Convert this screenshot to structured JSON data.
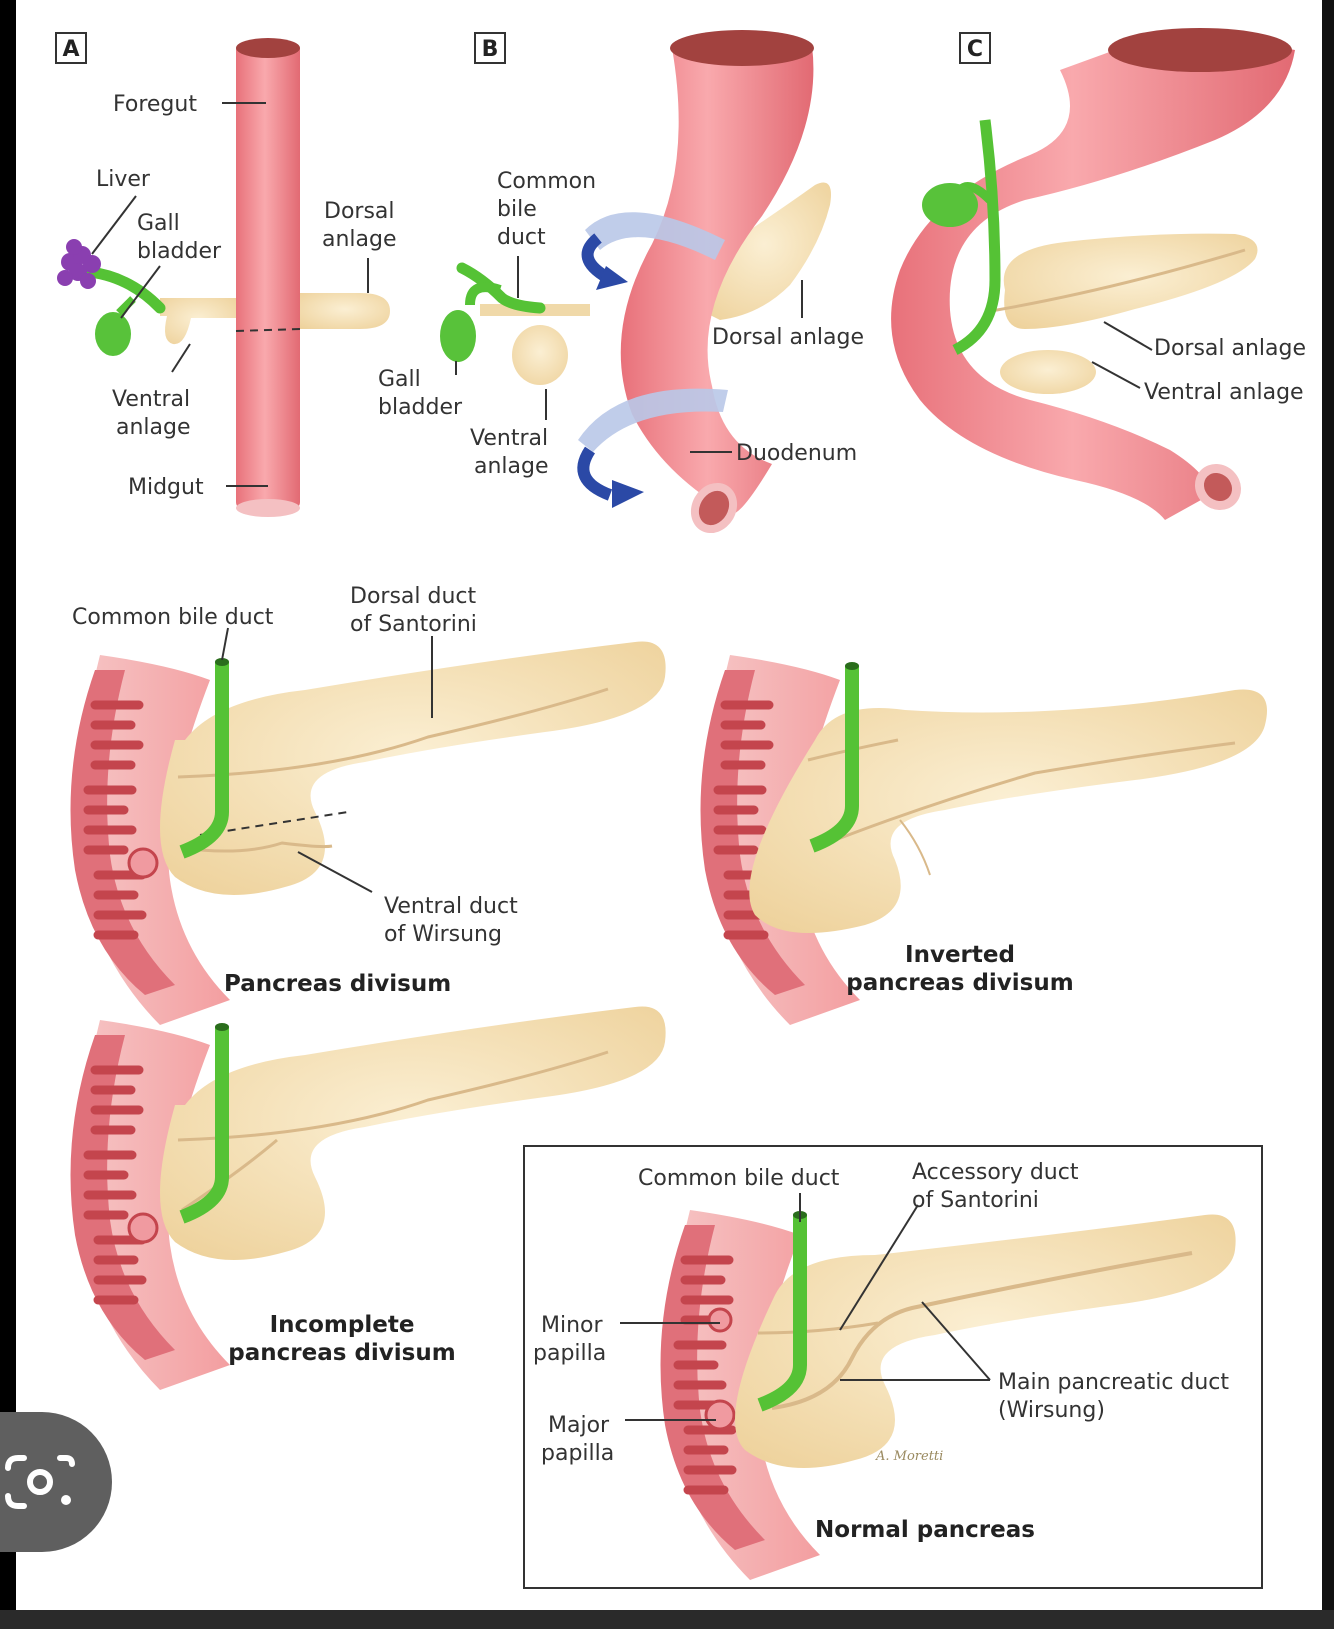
{
  "panels": {
    "a": {
      "letter": "A",
      "foregut": "Foregut",
      "liver": "Liver",
      "gall_bladder_1": "Gall",
      "gall_bladder_2": "bladder",
      "dorsal_1": "Dorsal",
      "dorsal_2": "anlage",
      "ventral_1": "Ventral",
      "ventral_2": "anlage",
      "midgut": "Midgut"
    },
    "b": {
      "letter": "B",
      "cbd_1": "Common",
      "cbd_2": "bile",
      "cbd_3": "duct",
      "dorsal": "Dorsal anlage",
      "gall_1": "Gall",
      "gall_2": "bladder",
      "ventral_1": "Ventral",
      "ventral_2": "anlage",
      "duodenum": "Duodenum"
    },
    "c": {
      "letter": "C",
      "dorsal": "Dorsal anlage",
      "ventral": "Ventral anlage"
    }
  },
  "divisum": {
    "cbd": "Common bile duct",
    "dorsal_1": "Dorsal duct",
    "dorsal_2": "of Santorini",
    "ventral_1": "Ventral duct",
    "ventral_2": "of Wirsung",
    "title": "Pancreas divisum"
  },
  "inverted": {
    "title_1": "Inverted",
    "title_2": "pancreas divisum"
  },
  "incomplete": {
    "title_1": "Incomplete",
    "title_2": "pancreas divisum"
  },
  "normal": {
    "cbd": "Common bile duct",
    "accessory_1": "Accessory duct",
    "accessory_2": "of Santorini",
    "minor_1": "Minor",
    "minor_2": "papilla",
    "major_1": "Major",
    "major_2": "papilla",
    "main_1": "Main pancreatic duct",
    "main_2": "(Wirsung)",
    "title": "Normal pancreas",
    "signature": "A. Moretti"
  },
  "colors": {
    "duodenum": "#f08a8c",
    "duodenum_wall": "#f5b7b8",
    "pancreas": "#f6e2b8",
    "duct": "#d9b98a",
    "bile": "#55c235",
    "liver": "#8a3fb0",
    "arrow": "#2b49a6"
  },
  "ui": {
    "lens_icon": "google-lens-icon"
  }
}
